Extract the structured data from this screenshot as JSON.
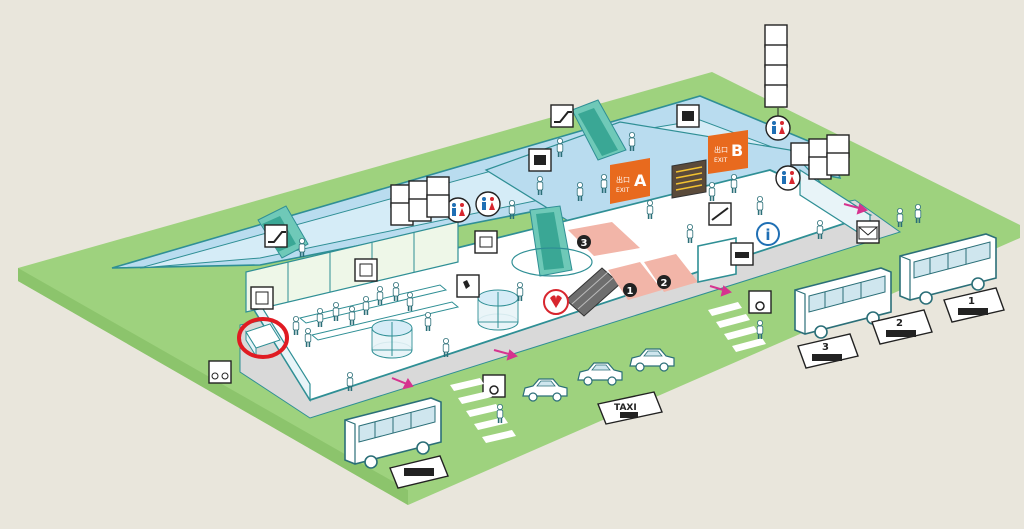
{
  "map": {
    "colors": {
      "background": "#e9e6dc",
      "ground": "#9ed27e",
      "ground_edge": "#8cc46c",
      "floor": "#ffffff",
      "floor_outline": "#2f8f95",
      "upper_floor": "#b9dcef",
      "walkway": "#d9d9d9",
      "exit_orange": "#e86a1e",
      "stair_pink": "#f2b5a8",
      "aed_red": "#d8262e",
      "highlight_red": "#e01b22",
      "info_blue": "#1f6fb4",
      "door_arrow": "#d6338f"
    },
    "exits": [
      {
        "id": "A",
        "code": "出口",
        "label": "EXIT",
        "letter": "A"
      },
      {
        "id": "B",
        "code": "出口",
        "label": "EXIT",
        "letter": "B"
      }
    ],
    "stairs": [
      {
        "number": "1"
      },
      {
        "number": "2"
      },
      {
        "number": "3"
      }
    ],
    "bus_stops": [
      {
        "number": "1"
      },
      {
        "number": "2"
      },
      {
        "number": "3"
      }
    ],
    "taxi": {
      "label": "TAXI"
    },
    "info": {
      "glyph": "i"
    },
    "highlight": {
      "shape": "circle",
      "color": "#e01b22"
    },
    "icons": [
      "escalator-icon",
      "luggage-icon",
      "restroom-icon",
      "elevator-icon",
      "smoking-icon",
      "wheelchair-icon",
      "baby-care-icon",
      "phone-icon",
      "atm-icon",
      "aed-icon",
      "bicycle-icon",
      "mail-icon",
      "rental-car-icon",
      "departures-icon",
      "bus-icon",
      "taxi-icon",
      "info-icon"
    ]
  }
}
